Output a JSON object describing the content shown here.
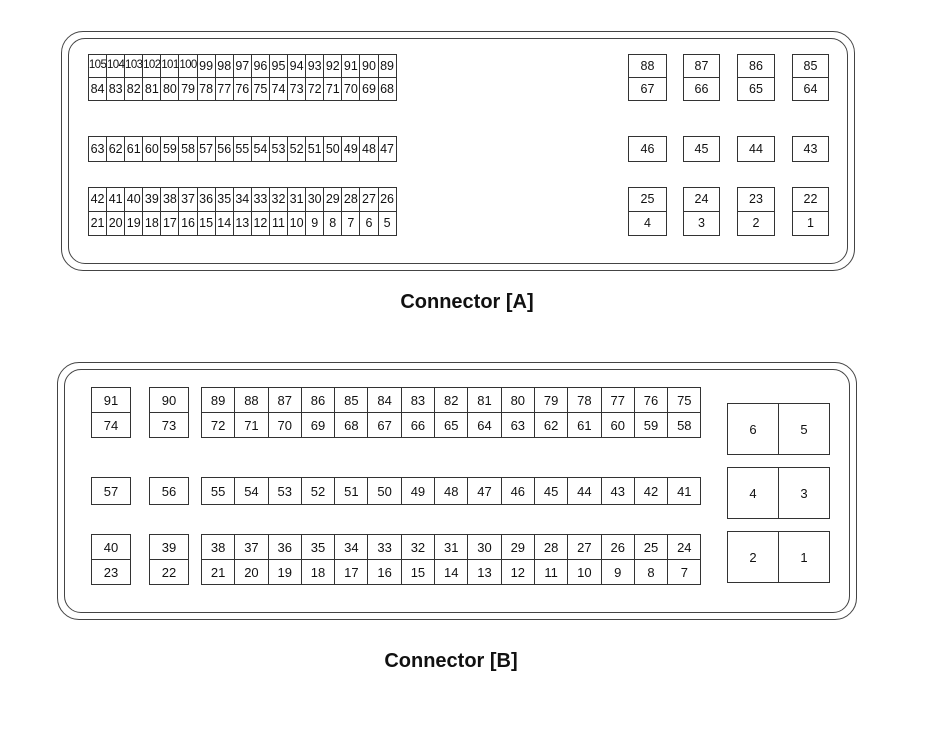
{
  "connectors": [
    {
      "label": "Connector [A]",
      "blocks": [
        {
          "rows": [
            [
              "105",
              "104",
              "103",
              "102",
              "101",
              "100",
              "99",
              "98",
              "97",
              "96",
              "95",
              "94",
              "93",
              "92",
              "91",
              "90",
              "89"
            ],
            [
              "84",
              "83",
              "82",
              "81",
              "80",
              "79",
              "78",
              "77",
              "76",
              "75",
              "74",
              "73",
              "72",
              "71",
              "70",
              "69",
              "68"
            ]
          ]
        },
        {
          "rows": [
            [
              "88"
            ],
            [
              "67"
            ]
          ]
        },
        {
          "rows": [
            [
              "87"
            ],
            [
              "66"
            ]
          ]
        },
        {
          "rows": [
            [
              "86"
            ],
            [
              "65"
            ]
          ]
        },
        {
          "rows": [
            [
              "85"
            ],
            [
              "64"
            ]
          ]
        },
        {
          "rows": [
            [
              "63",
              "62",
              "61",
              "60",
              "59",
              "58",
              "57",
              "56",
              "55",
              "54",
              "53",
              "52",
              "51",
              "50",
              "49",
              "48",
              "47"
            ]
          ]
        },
        {
          "rows": [
            [
              "46"
            ]
          ]
        },
        {
          "rows": [
            [
              "45"
            ]
          ]
        },
        {
          "rows": [
            [
              "44"
            ]
          ]
        },
        {
          "rows": [
            [
              "43"
            ]
          ]
        },
        {
          "rows": [
            [
              "42",
              "41",
              "40",
              "39",
              "38",
              "37",
              "36",
              "35",
              "34",
              "33",
              "32",
              "31",
              "30",
              "29",
              "28",
              "27",
              "26"
            ],
            [
              "21",
              "20",
              "19",
              "18",
              "17",
              "16",
              "15",
              "14",
              "13",
              "12",
              "11",
              "10",
              "9",
              "8",
              "7",
              "6",
              "5"
            ]
          ]
        },
        {
          "rows": [
            [
              "25"
            ],
            [
              "4"
            ]
          ]
        },
        {
          "rows": [
            [
              "24"
            ],
            [
              "3"
            ]
          ]
        },
        {
          "rows": [
            [
              "23"
            ],
            [
              "2"
            ]
          ]
        },
        {
          "rows": [
            [
              "22"
            ],
            [
              "1"
            ]
          ]
        }
      ]
    },
    {
      "label": "Connector [B]",
      "blocks": [
        {
          "rows": [
            [
              "91"
            ],
            [
              "74"
            ]
          ]
        },
        {
          "rows": [
            [
              "90"
            ],
            [
              "73"
            ]
          ]
        },
        {
          "rows": [
            [
              "89",
              "88",
              "87",
              "86",
              "85",
              "84",
              "83",
              "82",
              "81",
              "80",
              "79",
              "78",
              "77",
              "76",
              "75"
            ],
            [
              "72",
              "71",
              "70",
              "69",
              "68",
              "67",
              "66",
              "65",
              "64",
              "63",
              "62",
              "61",
              "60",
              "59",
              "58"
            ]
          ]
        },
        {
          "rows": [
            [
              "6",
              "5"
            ]
          ]
        },
        {
          "rows": [
            [
              "57"
            ]
          ]
        },
        {
          "rows": [
            [
              "56"
            ]
          ]
        },
        {
          "rows": [
            [
              "55",
              "54",
              "53",
              "52",
              "51",
              "50",
              "49",
              "48",
              "47",
              "46",
              "45",
              "44",
              "43",
              "42",
              "41"
            ]
          ]
        },
        {
          "rows": [
            [
              "4",
              "3"
            ]
          ]
        },
        {
          "rows": [
            [
              "40"
            ],
            [
              "23"
            ]
          ]
        },
        {
          "rows": [
            [
              "39"
            ],
            [
              "22"
            ]
          ]
        },
        {
          "rows": [
            [
              "38",
              "37",
              "36",
              "35",
              "34",
              "33",
              "32",
              "31",
              "30",
              "29",
              "28",
              "27",
              "26",
              "25",
              "24"
            ],
            [
              "21",
              "20",
              "19",
              "18",
              "17",
              "16",
              "15",
              "14",
              "13",
              "12",
              "11",
              "10",
              "9",
              "8",
              "7"
            ]
          ]
        },
        {
          "rows": [
            [
              "2",
              "1"
            ]
          ]
        }
      ]
    }
  ]
}
